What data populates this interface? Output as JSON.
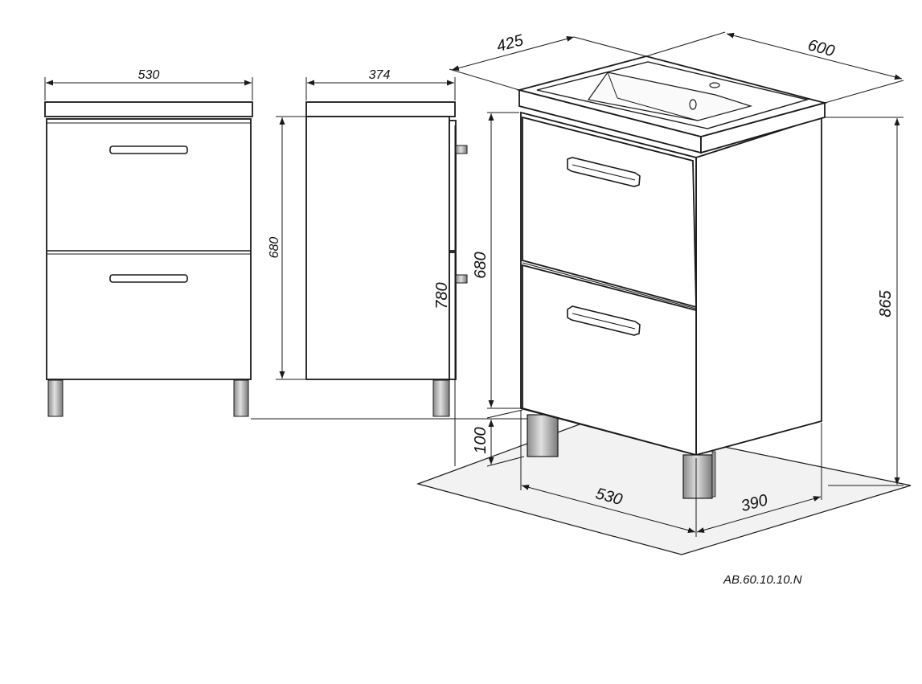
{
  "diagram": {
    "model_code": "AB.60.10.10.N",
    "front_view": {
      "width_label": "530"
    },
    "side_view": {
      "depth_label": "374",
      "height_label": "680"
    },
    "iso_view": {
      "basin_depth_label": "425",
      "basin_width_label": "600",
      "cabinet_height_label": "680",
      "body_height_label": "780",
      "leg_height_label": "100",
      "total_height_label": "865",
      "cabinet_width_label": "530",
      "cabinet_depth_label": "390"
    },
    "colors": {
      "line": "#1a1a1a",
      "floor": "#f2f2f2",
      "leg": "#bdbdbd",
      "background": "#ffffff"
    }
  }
}
